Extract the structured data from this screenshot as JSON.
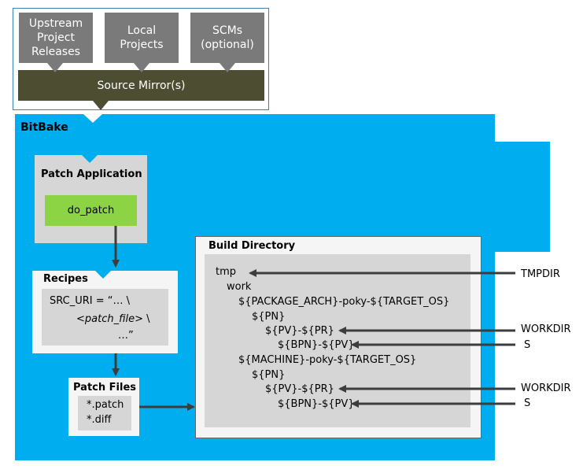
{
  "sources": {
    "upstream": "Upstream\nProject\nReleases",
    "local": "Local\nProjects",
    "scms": "SCMs\n(optional)",
    "mirror": "Source Mirror(s)"
  },
  "bitbake_label": "BitBake",
  "patch_application": {
    "title": "Patch Application",
    "task": "do_patch"
  },
  "recipes": {
    "title": "Recipes",
    "line1": "SRC_URI = “… \\",
    "line2_file": "<patch_file>",
    "line2_tail": " \\",
    "line3": "…”"
  },
  "patch_files": {
    "title": "Patch Files",
    "items": [
      "*.patch",
      "*.diff"
    ]
  },
  "build_directory": {
    "title": "Build Directory",
    "tree": [
      "tmp",
      "work",
      "${PACKAGE_ARCH}-poky-${TARGET_OS}",
      "${PN}",
      "${PV}-${PR}",
      "${BPN}-${PV}",
      "${MACHINE}-poky-${TARGET_OS}",
      "${PN}",
      "${PV}-${PR}",
      "${BPN}-${PV}"
    ]
  },
  "variables": {
    "tmpdir": "TMPDIR",
    "workdir1": "WORKDIR",
    "s1": "S",
    "workdir2": "WORKDIR",
    "s2": "S"
  },
  "colors": {
    "bitbake_blue": "#00adef",
    "source_gray": "#7a7a7a",
    "mirror_olive": "#4d4d32",
    "task_green": "#8cd444",
    "arrow": "#3d3d3d"
  }
}
